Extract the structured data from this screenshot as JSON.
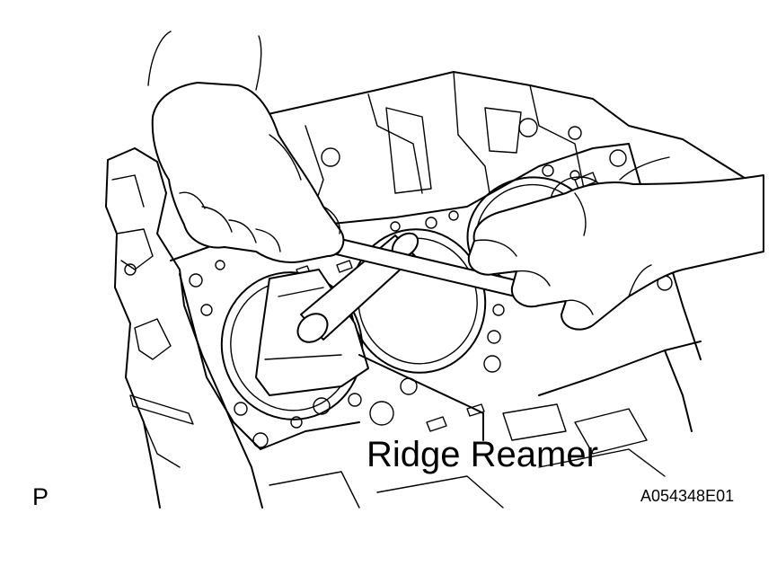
{
  "diagram": {
    "callout_label": "Ridge Reamer",
    "view_mark": "P",
    "figure_id": "A054348E01"
  },
  "colors": {
    "ink": "#000000",
    "background": "#ffffff"
  }
}
